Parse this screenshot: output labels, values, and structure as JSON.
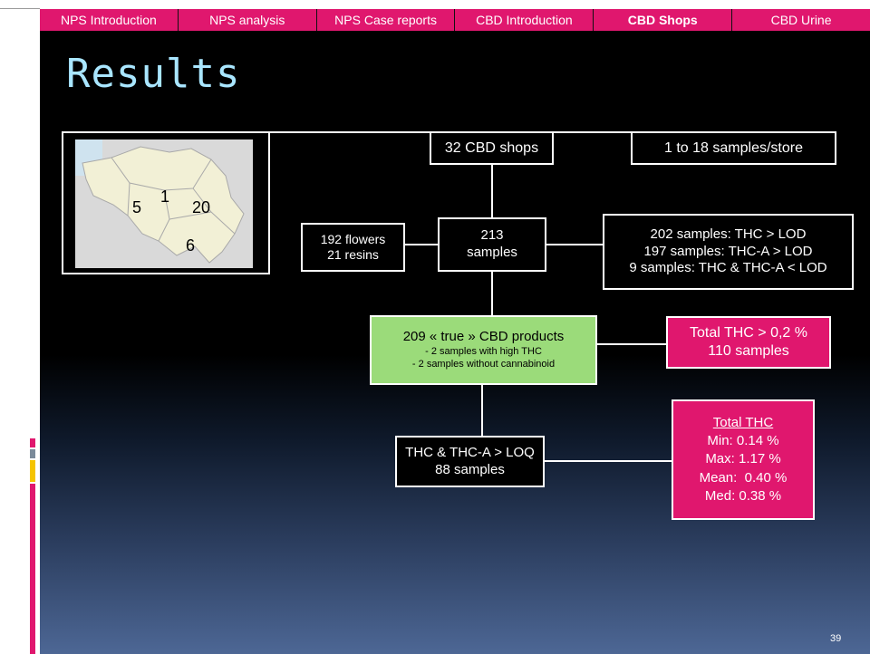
{
  "tabs": [
    {
      "label": "NPS Introduction",
      "active": false
    },
    {
      "label": "NPS analysis",
      "active": false
    },
    {
      "label": "NPS Case reports",
      "active": false
    },
    {
      "label": "CBD Introduction",
      "active": false
    },
    {
      "label": "CBD Shops",
      "active": true
    },
    {
      "label": "CBD Urine",
      "active": false
    }
  ],
  "title": "Results",
  "map": {
    "region_labels": [
      "5",
      "1",
      "20",
      "6"
    ]
  },
  "boxes": {
    "shops": "32 CBD shops",
    "samples_per_store": "1 to 18 samples/store",
    "samples_count": "213",
    "samples_word": "samples",
    "flowers": "192 flowers",
    "resins": "21 resins",
    "lod_1": "202 samples: THC > LOD",
    "lod_2": "197 samples: THC-A > LOD",
    "lod_3": "9 samples: THC & THC-A < LOD",
    "true_cbd": "209 « true » CBD products",
    "true_cbd_sub1": "- 2 samples with high THC",
    "true_cbd_sub2": "- 2 samples without cannabinoid",
    "total_thc_line1": "Total THC > 0,2 %",
    "total_thc_line2": "110 samples",
    "loq_line1": "THC & THC-A > LOQ",
    "loq_line2": "88 samples",
    "stats_title": "Total THC",
    "stats_min": "Min: 0.14 %",
    "stats_max": "Max: 1.17 %",
    "stats_mean": "Mean:  0.40 %",
    "stats_med": "Med: 0.38 %"
  },
  "page_number": "39",
  "colors": {
    "tab_bg": "#e0176e",
    "title": "#a9e6ff",
    "green_box": "#9bdb7a",
    "pink_box": "#e0176e",
    "accent_pink": "#e0176e",
    "accent_gray": "#7a8a9a",
    "accent_yellow": "#f5c400"
  }
}
